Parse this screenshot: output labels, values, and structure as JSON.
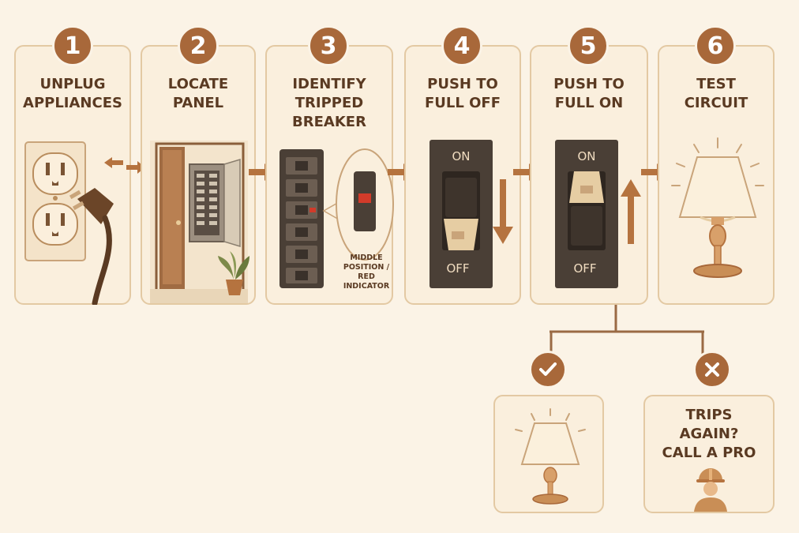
{
  "steps": [
    {
      "number": "1",
      "title_line1": "UNPLUG",
      "title_line2": "APPLIANCES"
    },
    {
      "number": "2",
      "title_line1": "LOCATE",
      "title_line2": "PANEL"
    },
    {
      "number": "3",
      "title_line1": "IDENTIFY",
      "title_line2": "TRIPPED",
      "title_line3": "BREAKER",
      "callout_line1": "MIDDLE",
      "callout_line2": "POSITION /",
      "callout_line3": "RED",
      "callout_line4": "INDICATOR"
    },
    {
      "number": "4",
      "title_line1": "PUSH TO",
      "title_line2": "FULL OFF",
      "on_label": "ON",
      "off_label": "OFF"
    },
    {
      "number": "5",
      "title_line1": "PUSH TO",
      "title_line2": "FULL ON",
      "on_label": "ON",
      "off_label": "OFF"
    },
    {
      "number": "6",
      "title_line1": "TEST",
      "title_line2": "CIRCUIT"
    }
  ],
  "outcomes": {
    "success": {
      "icon": "check-icon"
    },
    "failure": {
      "icon": "x-icon",
      "line1": "TRIPS",
      "line2": "AGAIN?",
      "line3": "CALL A PRO"
    }
  },
  "colors": {
    "accent": "#a8683a",
    "background": "#fbf3e6",
    "card_border": "#e3c9a3",
    "breaker_dark": "#4a3f36",
    "red_indicator": "#d23b2a"
  }
}
